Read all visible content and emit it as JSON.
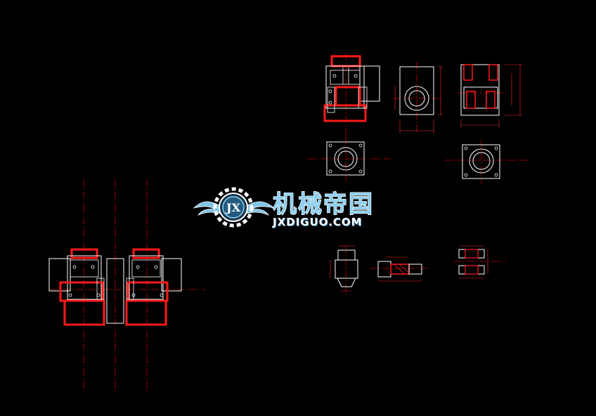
{
  "watermark": {
    "title": "机械帝国",
    "subtitle": "JXDIGUO.COM",
    "logo_letters": "JX",
    "colors": {
      "title": "#8fd0f0",
      "wing": "#7ec4e8",
      "gear": "#ffffff"
    }
  },
  "drawing": {
    "background": "#000000",
    "colors": {
      "outline": "#ffffff",
      "section": "#ff1a1a",
      "centerline": "#cc0000",
      "dimension": "#ff2a2a"
    }
  }
}
